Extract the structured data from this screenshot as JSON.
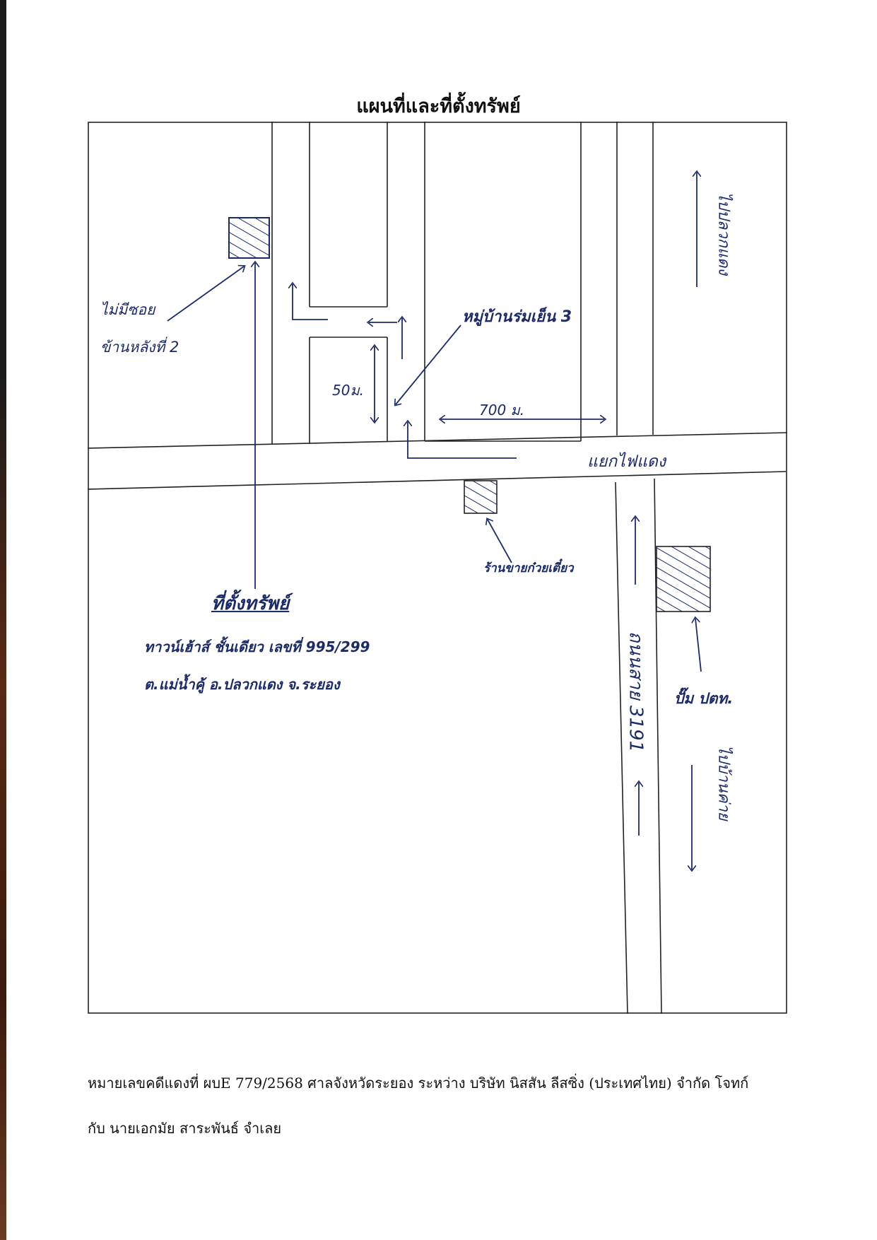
{
  "title": "แผนที่และที่ตั้งทรัพย์",
  "map": {
    "labels": {
      "soi_note_line1": "ไม่มีซอย",
      "soi_note_line2": "ข้านหลังที่ 2",
      "village": "หมู่บ้านร่มเย็น 3",
      "dist_50": "50ม.",
      "dist_700": "700 ม.",
      "junction": "แยกไฟแดง",
      "shop": "ร้านขายก๋วยเตี๋ยว",
      "property_heading": "ที่ตั้งทรัพย์",
      "property_line1": "ทาวน์เฮ้าส์ ชั้นเดียว เลขที่ 995/299",
      "property_line2": "ต.แม่น้ำคู้ อ.ปลวกแดง จ.ระยอง",
      "road_name": "ถนนสาย 3191",
      "gas_station": "ปั๊ม ปตท.",
      "to_north": "ไปปลวกแดง",
      "to_south": "ไปบ้านค่าย"
    },
    "ink_color": "#1b2a6b"
  },
  "footer": {
    "line1": "หมายเลขคดีแดงที่ ผบE 779/2568 ศาลจังหวัดระยอง ระหว่าง บริษัท นิสสัน ลีสซิ่ง (ประเทศไทย) จำกัด โจทก์",
    "line2": "กับ  นายเอกมัย  สาระพันธ์ จำเลย"
  }
}
